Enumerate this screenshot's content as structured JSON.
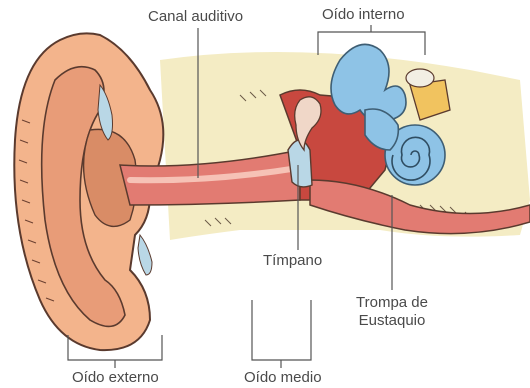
{
  "labels": {
    "canal_auditivo": "Canal auditivo",
    "oido_interno": "Oído interno",
    "timpano": "Tímpano",
    "trompa_line1": "Trompa de",
    "trompa_line2": "Eustaquio",
    "oido_externo": "Oído externo",
    "oido_medio": "Oído medio"
  },
  "colors": {
    "skin": "#f3b48c",
    "skin_dark": "#d98c66",
    "tissue_bg": "#f4ecc4",
    "canal": "#e27b72",
    "canal_dark": "#c8483f",
    "cochlea": "#8ec3e6",
    "bone": "#f1c35f",
    "eardrum": "#b9d7e6",
    "outline": "#5a3a2e",
    "leader": "#555555"
  }
}
